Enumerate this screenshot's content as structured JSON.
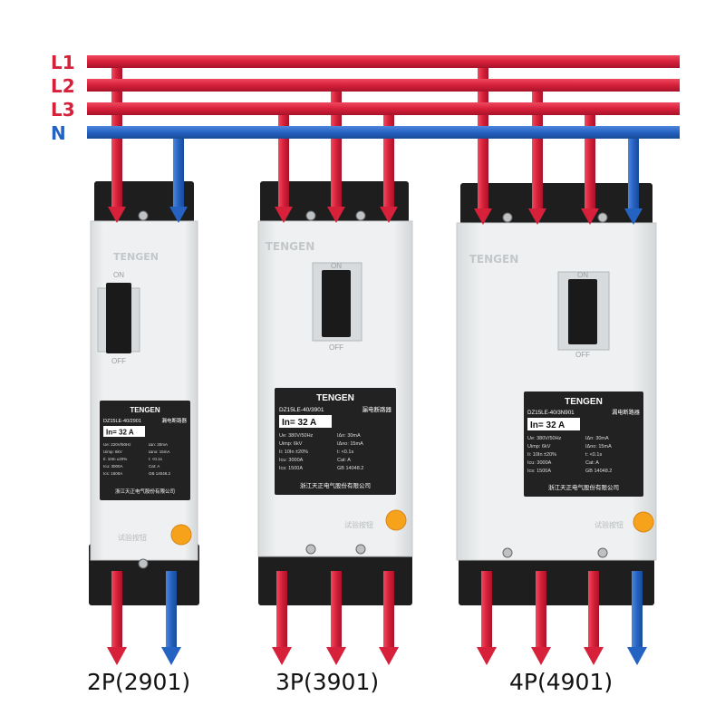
{
  "colors": {
    "phase": "#d7203a",
    "neutral": "#2563c2",
    "housing": "#eef0f1",
    "base": "#1e1e1e",
    "label_bg": "#222222",
    "test_button": "#f6a21a"
  },
  "bus_labels": {
    "l1": "L1",
    "l2": "L2",
    "l3": "L3",
    "n": "N"
  },
  "breakers": [
    {
      "model_caption": "2P(2901)",
      "brand": "TENGEN",
      "model": "DZ15LE-40/2901",
      "type_cn": "漏电断路器",
      "rating": "In= 32 A",
      "specs": [
        "Ue: 220V/50Hz",
        "IΔn: 30mA",
        "Uimp: 6kV",
        "IΔno: 15mA",
        "Ii: 10In ±20%",
        "t: <0.1s",
        "Icu: 3000A",
        "Cat: A",
        "Ics: 1500A",
        "GB 14048.2"
      ],
      "maker": "浙江天正电气股份有限公司",
      "on": "ON",
      "off": "OFF",
      "test_text": "试验按钮"
    },
    {
      "model_caption": "3P(3901)",
      "brand": "TENGEN",
      "model": "DZ15LE-40/3901",
      "type_cn": "漏电断路器",
      "rating": "In= 32 A",
      "specs": [
        "Ue: 380V/50Hz",
        "IΔn: 30mA",
        "Uimp: 6kV",
        "IΔno: 15mA",
        "Ii: 10In ±20%",
        "t: <0.1s",
        "Icu: 3000A",
        "Cat: A",
        "Ics: 1500A",
        "GB 14048.2"
      ],
      "maker": "浙江天正电气股份有限公司",
      "on": "ON",
      "off": "OFF",
      "test_text": "试验按钮"
    },
    {
      "model_caption": "4P(4901)",
      "brand": "TENGEN",
      "model": "DZ15LE-40/3N901",
      "type_cn": "漏电断路器",
      "rating": "In= 32 A",
      "specs": [
        "Ue: 380V/50Hz",
        "IΔn: 30mA",
        "Uimp: 6kV",
        "IΔno: 15mA",
        "Ii: 10In ±20%",
        "t: <0.1s",
        "Icu: 3000A",
        "Cat: A",
        "Ics: 1500A",
        "GB 14048.2"
      ],
      "maker": "浙江天正电气股份有限公司",
      "on": "ON",
      "off": "OFF",
      "test_text": "试验按钮"
    }
  ]
}
